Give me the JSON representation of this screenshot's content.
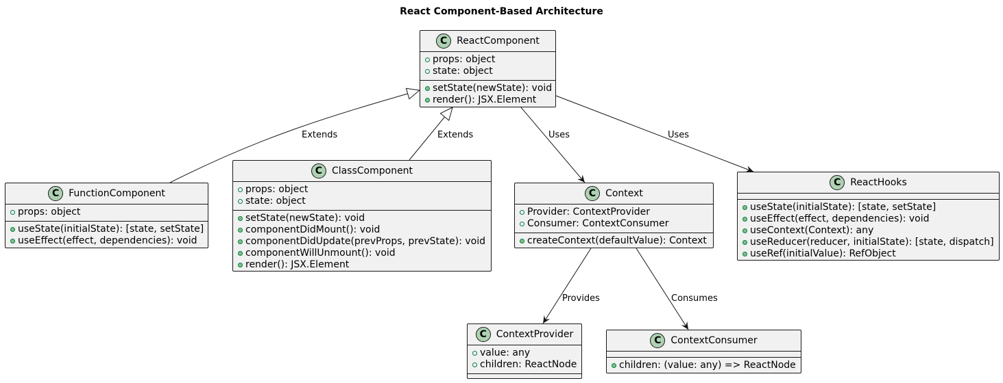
{
  "title": "React Component-Based Architecture",
  "classes": {
    "react_component": {
      "badge": "C",
      "name": "ReactComponent",
      "fields": [
        "props: object",
        "state: object"
      ],
      "methods": [
        "setState(newState): void",
        "render(): JSX.Element"
      ]
    },
    "function_component": {
      "badge": "C",
      "name": "FunctionComponent",
      "fields": [
        "props: object"
      ],
      "methods": [
        "useState(initialState): [state, setState]",
        "useEffect(effect, dependencies): void"
      ]
    },
    "class_component": {
      "badge": "C",
      "name": "ClassComponent",
      "fields": [
        "props: object",
        "state: object"
      ],
      "methods": [
        "setState(newState): void",
        "componentDidMount(): void",
        "componentDidUpdate(prevProps, prevState): void",
        "componentWillUnmount(): void",
        "render(): JSX.Element"
      ]
    },
    "context": {
      "badge": "C",
      "name": "Context",
      "fields": [
        "Provider: ContextProvider",
        "Consumer: ContextConsumer"
      ],
      "methods": [
        "createContext(defaultValue): Context"
      ]
    },
    "react_hooks": {
      "badge": "C",
      "name": "ReactHooks",
      "fields": [],
      "methods": [
        "useState(initialState): [state, setState]",
        "useEffect(effect, dependencies): void",
        "useContext(Context): any",
        "useReducer(reducer, initialState): [state, dispatch]",
        "useRef(initialValue): RefObject"
      ]
    },
    "context_provider": {
      "badge": "C",
      "name": "ContextProvider",
      "fields": [
        "value: any",
        "children: ReactNode"
      ],
      "methods": []
    },
    "context_consumer": {
      "badge": "C",
      "name": "ContextConsumer",
      "fields": [],
      "methods": [
        "children: (value: any) => ReactNode"
      ]
    }
  },
  "relations": [
    {
      "from": "function_component",
      "to": "react_component",
      "kind": "inheritance",
      "label": "Extends"
    },
    {
      "from": "class_component",
      "to": "react_component",
      "kind": "inheritance",
      "label": "Extends"
    },
    {
      "from": "react_component",
      "to": "context",
      "kind": "association",
      "label": "Uses"
    },
    {
      "from": "react_component",
      "to": "react_hooks",
      "kind": "association",
      "label": "Uses"
    },
    {
      "from": "context",
      "to": "context_provider",
      "kind": "association",
      "label": "Provides"
    },
    {
      "from": "context",
      "to": "context_consumer",
      "kind": "association",
      "label": "Consumes"
    }
  ],
  "colors": {
    "class_fill": "#f1f1f1",
    "border": "#181818",
    "badge_fill": "#add1b2",
    "visibility_green": "#038048",
    "method_dot": "#84be84"
  }
}
